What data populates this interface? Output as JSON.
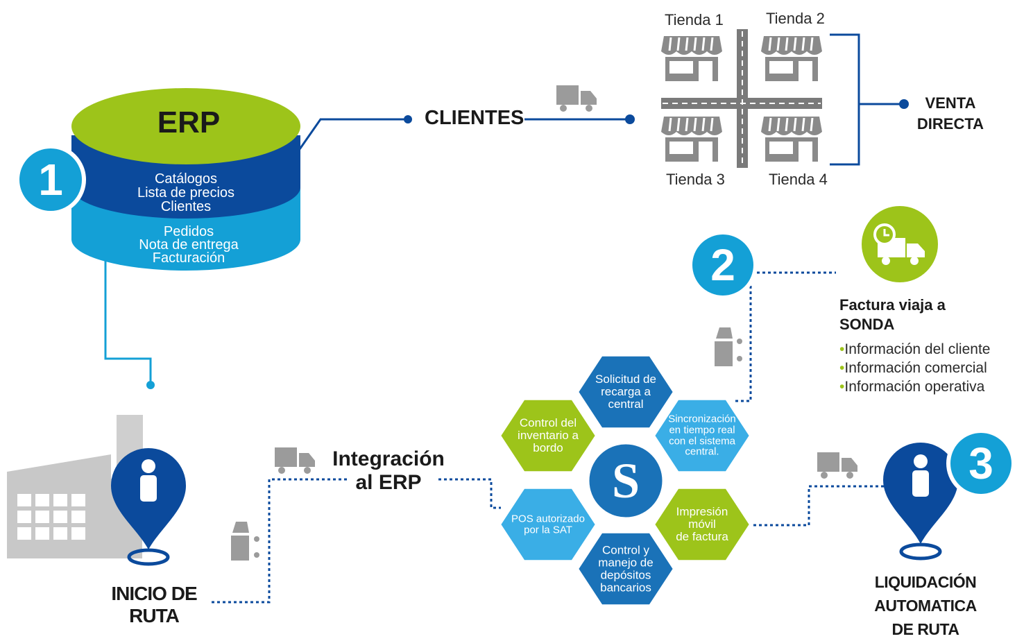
{
  "erp": {
    "title": "ERP",
    "band1": [
      "Catálogos",
      "Lista de precios",
      "Clientes"
    ],
    "band2": [
      "Pedidos",
      "Nota de entrega",
      "Facturación"
    ]
  },
  "steps": [
    "1",
    "2",
    "3"
  ],
  "clientes_label": "CLIENTES",
  "stores": [
    "Tienda 1",
    "Tienda 2",
    "Tienda 3",
    "Tienda 4"
  ],
  "venta_directa": "VENTA\nDIRECTA",
  "inicio_ruta": "INICIO DE\nRUTA",
  "integracion": "Integración\nal ERP",
  "factura": {
    "title": "Factura viaja a\nSONDA",
    "items": [
      "Información del cliente",
      "Información comercial",
      "Información operativa"
    ]
  },
  "liquidacion": "LIQUIDACIÓN AUTOMATICA\nDE RUTA",
  "center_logo": "S",
  "hexagons": [
    "Solicitud de\nrecarga a\ncentral",
    "Sincronización\nen tiempo real\ncon el sistema\ncentral.",
    "Impresión\nmóvil\nde factura",
    "Control y\nmanejo de\ndepósitos\nbancarios",
    "POS autorizado\npor la SAT",
    "Control del\ninventario a\nbordo"
  ],
  "colors": {
    "green": "#9dc41a",
    "dark_blue": "#0b4a9c",
    "mid_blue": "#1a72b8",
    "light_blue": "#14a0d6",
    "sky_blue": "#3aaee6",
    "gray": "#9b9b9b",
    "light_gray": "#cfcfcf"
  }
}
